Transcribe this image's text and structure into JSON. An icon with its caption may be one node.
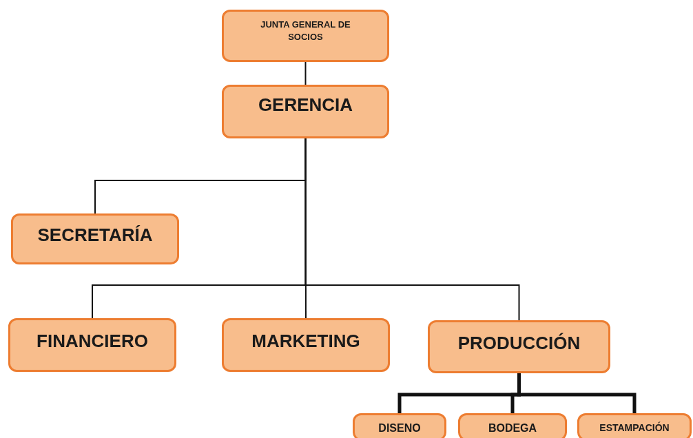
{
  "diagram": {
    "nodes": [
      {
        "text": [
          "JUNTA GENERAL DE SOCIOS"
        ]
      },
      {
        "text": [
          "GERENCIA"
        ]
      },
      {
        "text": [
          "SECRETARÍA"
        ]
      },
      {
        "text": [
          "FINANCIERO"
        ]
      },
      {
        "text": [
          "MARKETING"
        ]
      },
      {
        "text": [
          "PRODUCCIÓN"
        ]
      },
      {
        "text": [
          "DISENO"
        ]
      },
      {
        "text": [
          "BODEGA"
        ]
      },
      {
        "text": [
          "ESTAMPACIÓN"
        ]
      }
    ],
    "edges": [
      {
        "from": 0,
        "to": 1,
        "arrow": "none"
      },
      {
        "from": 1,
        "to": 2,
        "arrow": "none"
      },
      {
        "from": 1,
        "to": 3,
        "arrow": "none"
      },
      {
        "from": 1,
        "to": 4,
        "arrow": "none"
      },
      {
        "from": 1,
        "to": 5,
        "arrow": "none"
      },
      {
        "from": 5,
        "to": 6,
        "arrow": "none",
        "style": "thick"
      },
      {
        "from": 5,
        "to": 7,
        "arrow": "none",
        "style": "thick"
      },
      {
        "from": 5,
        "to": 8,
        "arrow": "none",
        "style": "thick"
      }
    ]
  }
}
